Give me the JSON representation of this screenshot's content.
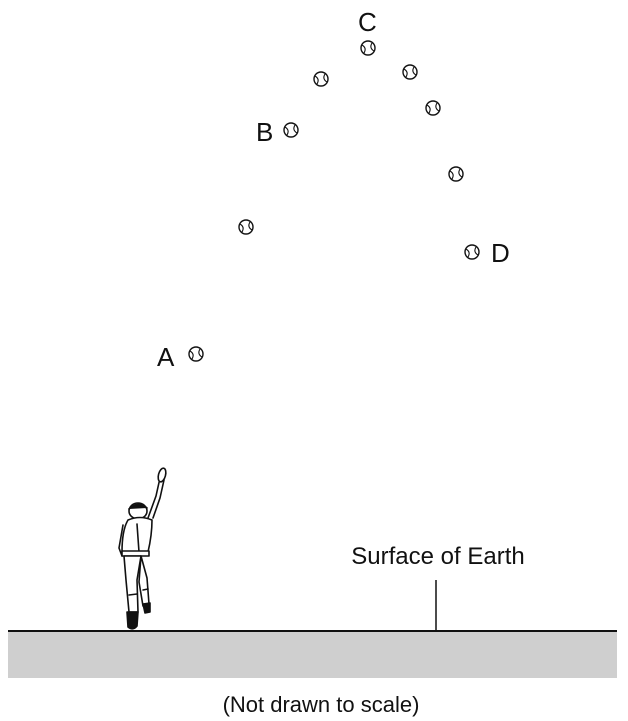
{
  "labels": {
    "a": "A",
    "b": "B",
    "c": "C",
    "d": "D",
    "surface": "Surface of Earth",
    "caption": "(Not drawn to scale)"
  },
  "colors": {
    "ground_fill": "#cfcfcf",
    "line": "#111111",
    "background": "#ffffff"
  },
  "icons": {
    "ball": "baseball-icon",
    "player": "baseball-player-figure"
  }
}
